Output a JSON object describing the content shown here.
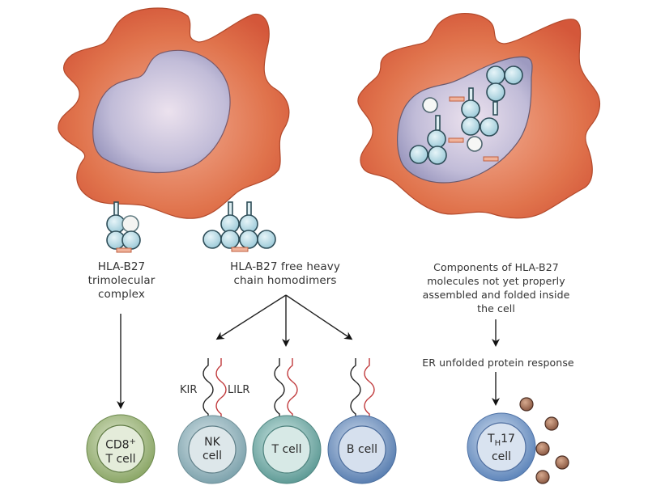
{
  "diagram": {
    "title": "HLA-B27 in immune cell interactions",
    "antigen_presenting_cells": [
      {
        "id": "apc-left",
        "content": "surface HLA-B27 molecules",
        "color": "#d9603b"
      },
      {
        "id": "apc-right",
        "content": "misfolded HLA-B27 components inside ER",
        "color": "#d9603b"
      }
    ],
    "labels": {
      "trimolecular": "HLA-B27\ntrimolecular\ncomplex",
      "trimolecular_lines": [
        "HLA-B27",
        "trimolecular",
        "complex"
      ],
      "homodimers_lines": [
        "HLA-B27 free heavy",
        "chain homodimers"
      ],
      "components_lines": [
        "Components of HLA-B27",
        "molecules not yet properly",
        "assembled and folded inside",
        "the cell"
      ],
      "er_response": "ER unfolded protein response",
      "kir": "KIR",
      "lilr": "LILR"
    },
    "target_cells": [
      {
        "id": "cd8",
        "line1": "CD8",
        "sup": "+",
        "line2": "T cell",
        "color": "#9bb27a"
      },
      {
        "id": "nk",
        "line1": "NK",
        "line2": "cell",
        "color": "#8fb0b8"
      },
      {
        "id": "tcell",
        "line1": "T cell",
        "color": "#79aaa6"
      },
      {
        "id": "bcell",
        "line1": "B cell",
        "color": "#6f8fba"
      },
      {
        "id": "th17",
        "line1_main": "T",
        "line1_sub": "H",
        "line1_tail": "17",
        "line2": "cell",
        "color": "#7496c2"
      }
    ],
    "colors": {
      "cell_body": "#d9603b",
      "nucleus": "#b8b3d4",
      "domain_bead": "#b9dbe6",
      "b2m_bead": "#f0f2f2",
      "peptide": "#e9a48c",
      "cytokine": "#a0705a",
      "kir_line": "#222222",
      "lilr_line": "#c0393b"
    }
  }
}
